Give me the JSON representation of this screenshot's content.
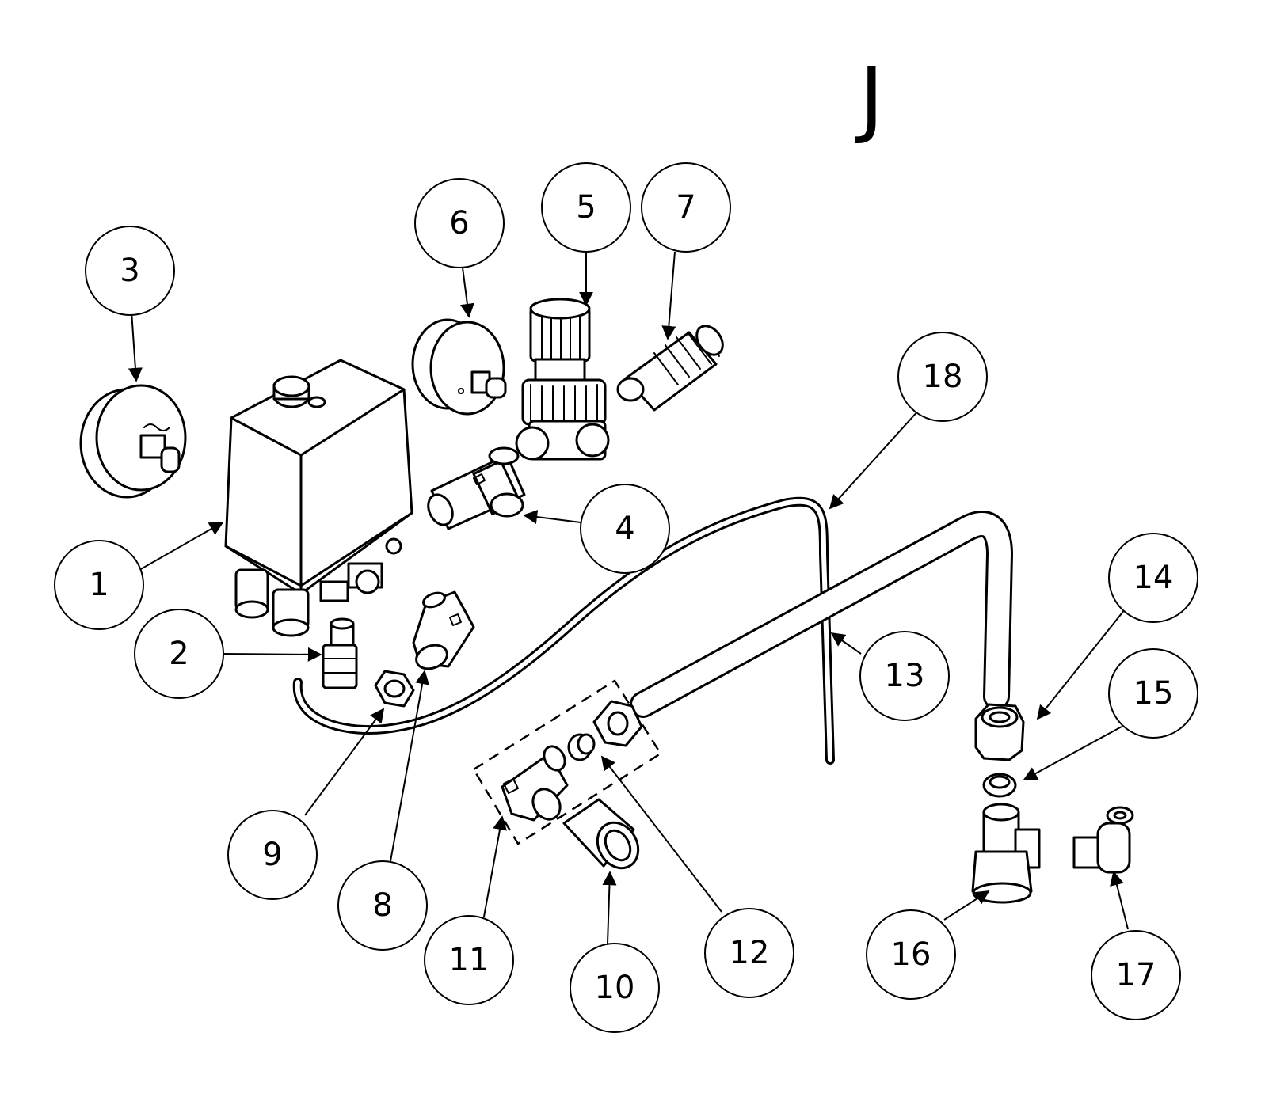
{
  "section_letter": "J",
  "colors": {
    "ink": "#000000",
    "paper": "#ffffff"
  },
  "callouts": [
    {
      "id": "1",
      "label": "1"
    },
    {
      "id": "2",
      "label": "2"
    },
    {
      "id": "3",
      "label": "3"
    },
    {
      "id": "4",
      "label": "4"
    },
    {
      "id": "5",
      "label": "5"
    },
    {
      "id": "6",
      "label": "6"
    },
    {
      "id": "7",
      "label": "7"
    },
    {
      "id": "8",
      "label": "8"
    },
    {
      "id": "9",
      "label": "9"
    },
    {
      "id": "10",
      "label": "10"
    },
    {
      "id": "11",
      "label": "11"
    },
    {
      "id": "12",
      "label": "12"
    },
    {
      "id": "13",
      "label": "13"
    },
    {
      "id": "14",
      "label": "14"
    },
    {
      "id": "15",
      "label": "15"
    },
    {
      "id": "16",
      "label": "16"
    },
    {
      "id": "17",
      "label": "17"
    },
    {
      "id": "18",
      "label": "18"
    }
  ]
}
